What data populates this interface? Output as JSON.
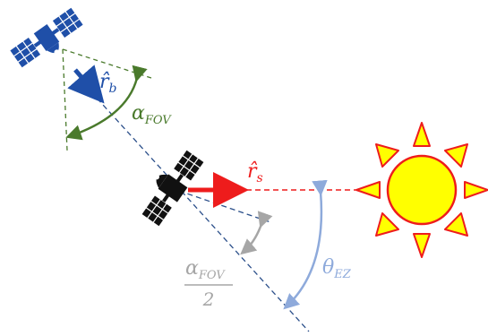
{
  "colors": {
    "blue_satellite": "#1f4fa8",
    "black_satellite": "#111111",
    "fov_green": "#4a7a2c",
    "dashed_green": "#4a7a2c",
    "dashed_blue": "#2b4f8a",
    "red_vector": "#ee1c1c",
    "sun_fill": "#ffff00",
    "sun_stroke": "#ee1c1c",
    "light_blue_arc": "#8eaadb",
    "gray_arc": "#a6a6a6"
  },
  "labels": {
    "rb_main": "r̂",
    "rb_sub": "b",
    "rs_main": "r̂",
    "rs_sub": "s",
    "alpha_fov_main": "α",
    "alpha_fov_sub": "FOV",
    "half_alpha_main": "α",
    "half_alpha_sub": "FOV",
    "half_alpha_den": "2",
    "theta_main": "θ",
    "theta_sub": "EZ"
  },
  "icons": {
    "satellite_top": "satellite-icon",
    "satellite_mid": "satellite-icon",
    "sun": "sun-icon"
  }
}
